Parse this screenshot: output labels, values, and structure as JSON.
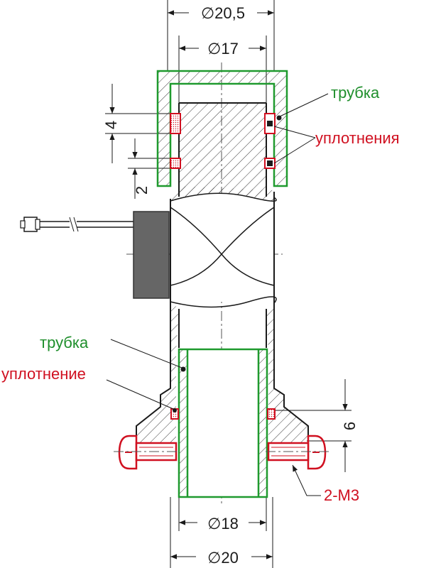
{
  "dimensions": {
    "top_outer_diameter": "∅20,5",
    "top_inner_diameter": "∅17",
    "seal_offset_top": "4",
    "seal_offset_second": "2",
    "bottom_seal_offset": "6",
    "bottom_inner_diameter": "∅18",
    "bottom_outer_diameter": "∅20"
  },
  "labels": {
    "tube_top": "трубка",
    "seals_top": "уплотнения",
    "tube_bottom": "трубка",
    "seal_bottom": "уплотнение",
    "screws": "2-М3"
  },
  "colors": {
    "tube": "#1f9a2e",
    "seal": "#d01020",
    "sensor_block": "#666666",
    "line": "#1a1a1a"
  }
}
